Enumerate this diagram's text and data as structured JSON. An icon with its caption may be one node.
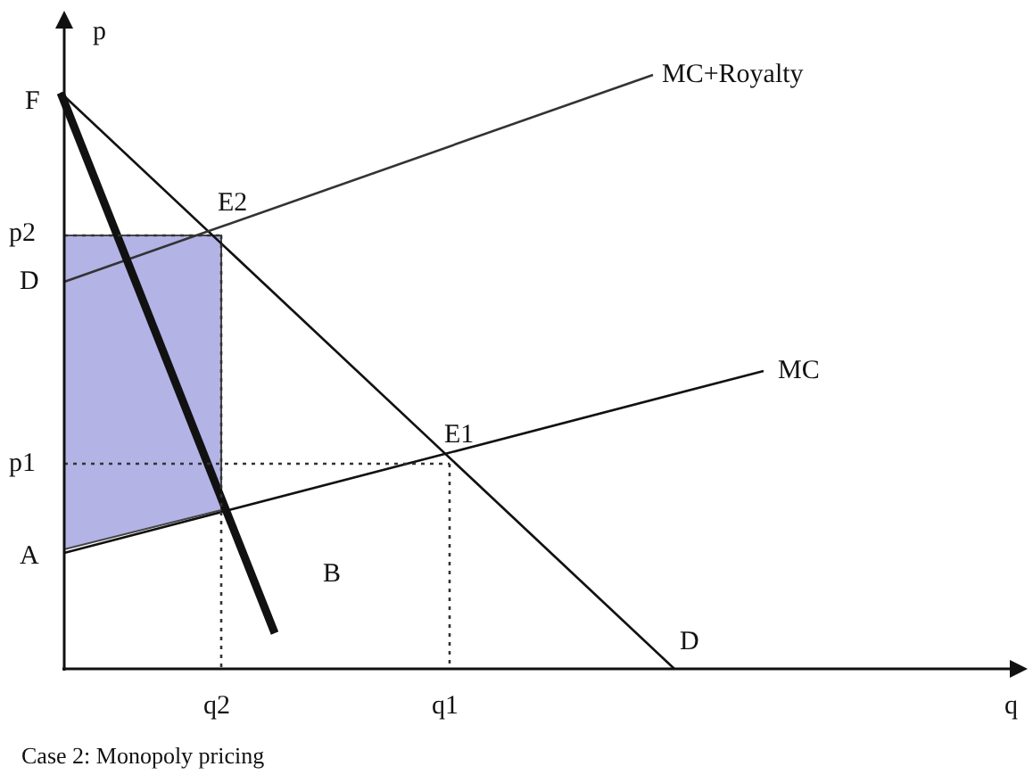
{
  "diagram": {
    "caption": "Case 2: Monopoly pricing",
    "labels": [
      "p",
      "F",
      "MC+Royalty",
      "E2",
      "p2",
      "D",
      "MC",
      "E1",
      "p1",
      "A",
      "B",
      "D",
      "q2",
      "q1",
      "q"
    ]
  }
}
